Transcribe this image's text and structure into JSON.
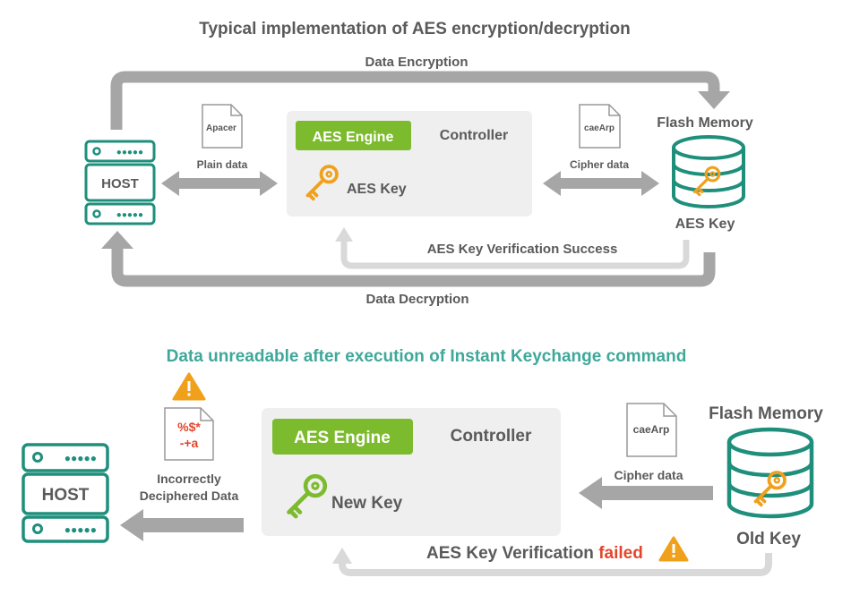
{
  "colors": {
    "teal": "#1f8f7c",
    "green": "#7dbb2e",
    "gray_arrow": "#a6a6a6",
    "light_arrow": "#d9d9d9",
    "panel": "#efefef",
    "orange": "#f0a01a",
    "red": "#e2462c",
    "heading_teal": "#3fa89a"
  },
  "icons": {
    "server": "server-icon",
    "database": "database-icon",
    "key": "key-icon",
    "document": "document-icon",
    "warning": "warning-icon"
  },
  "top": {
    "title": "Typical implementation of AES encryption/decryption",
    "encrypt_label": "Data Encryption",
    "decrypt_label": "Data Decryption",
    "host_label": "HOST",
    "plain_doc_text": "Apacer",
    "plain_label": "Plain data",
    "engine_label": "AES Engine",
    "controller_label": "Controller",
    "key_label": "AES Key",
    "cipher_doc_text": "caeArp",
    "cipher_label": "Cipher data",
    "flash_label": "Flash Memory",
    "flash_key_label": "AES Key",
    "verify_label": "AES Key Verification Success"
  },
  "bottom": {
    "title": "Data unreadable after execution of Instant Keychange command",
    "host_label": "HOST",
    "garbled_line1": "%$*",
    "garbled_line2": "-+a",
    "incorrect_line1": "Incorrectly",
    "incorrect_line2": "Deciphered Data",
    "engine_label": "AES Engine",
    "controller_label": "Controller",
    "key_label": "New Key",
    "cipher_doc_text": "caeArp",
    "cipher_label": "Cipher data",
    "flash_label": "Flash Memory",
    "flash_key_label": "Old Key",
    "verify_label": "AES Key Verification",
    "failed_label": "failed"
  }
}
